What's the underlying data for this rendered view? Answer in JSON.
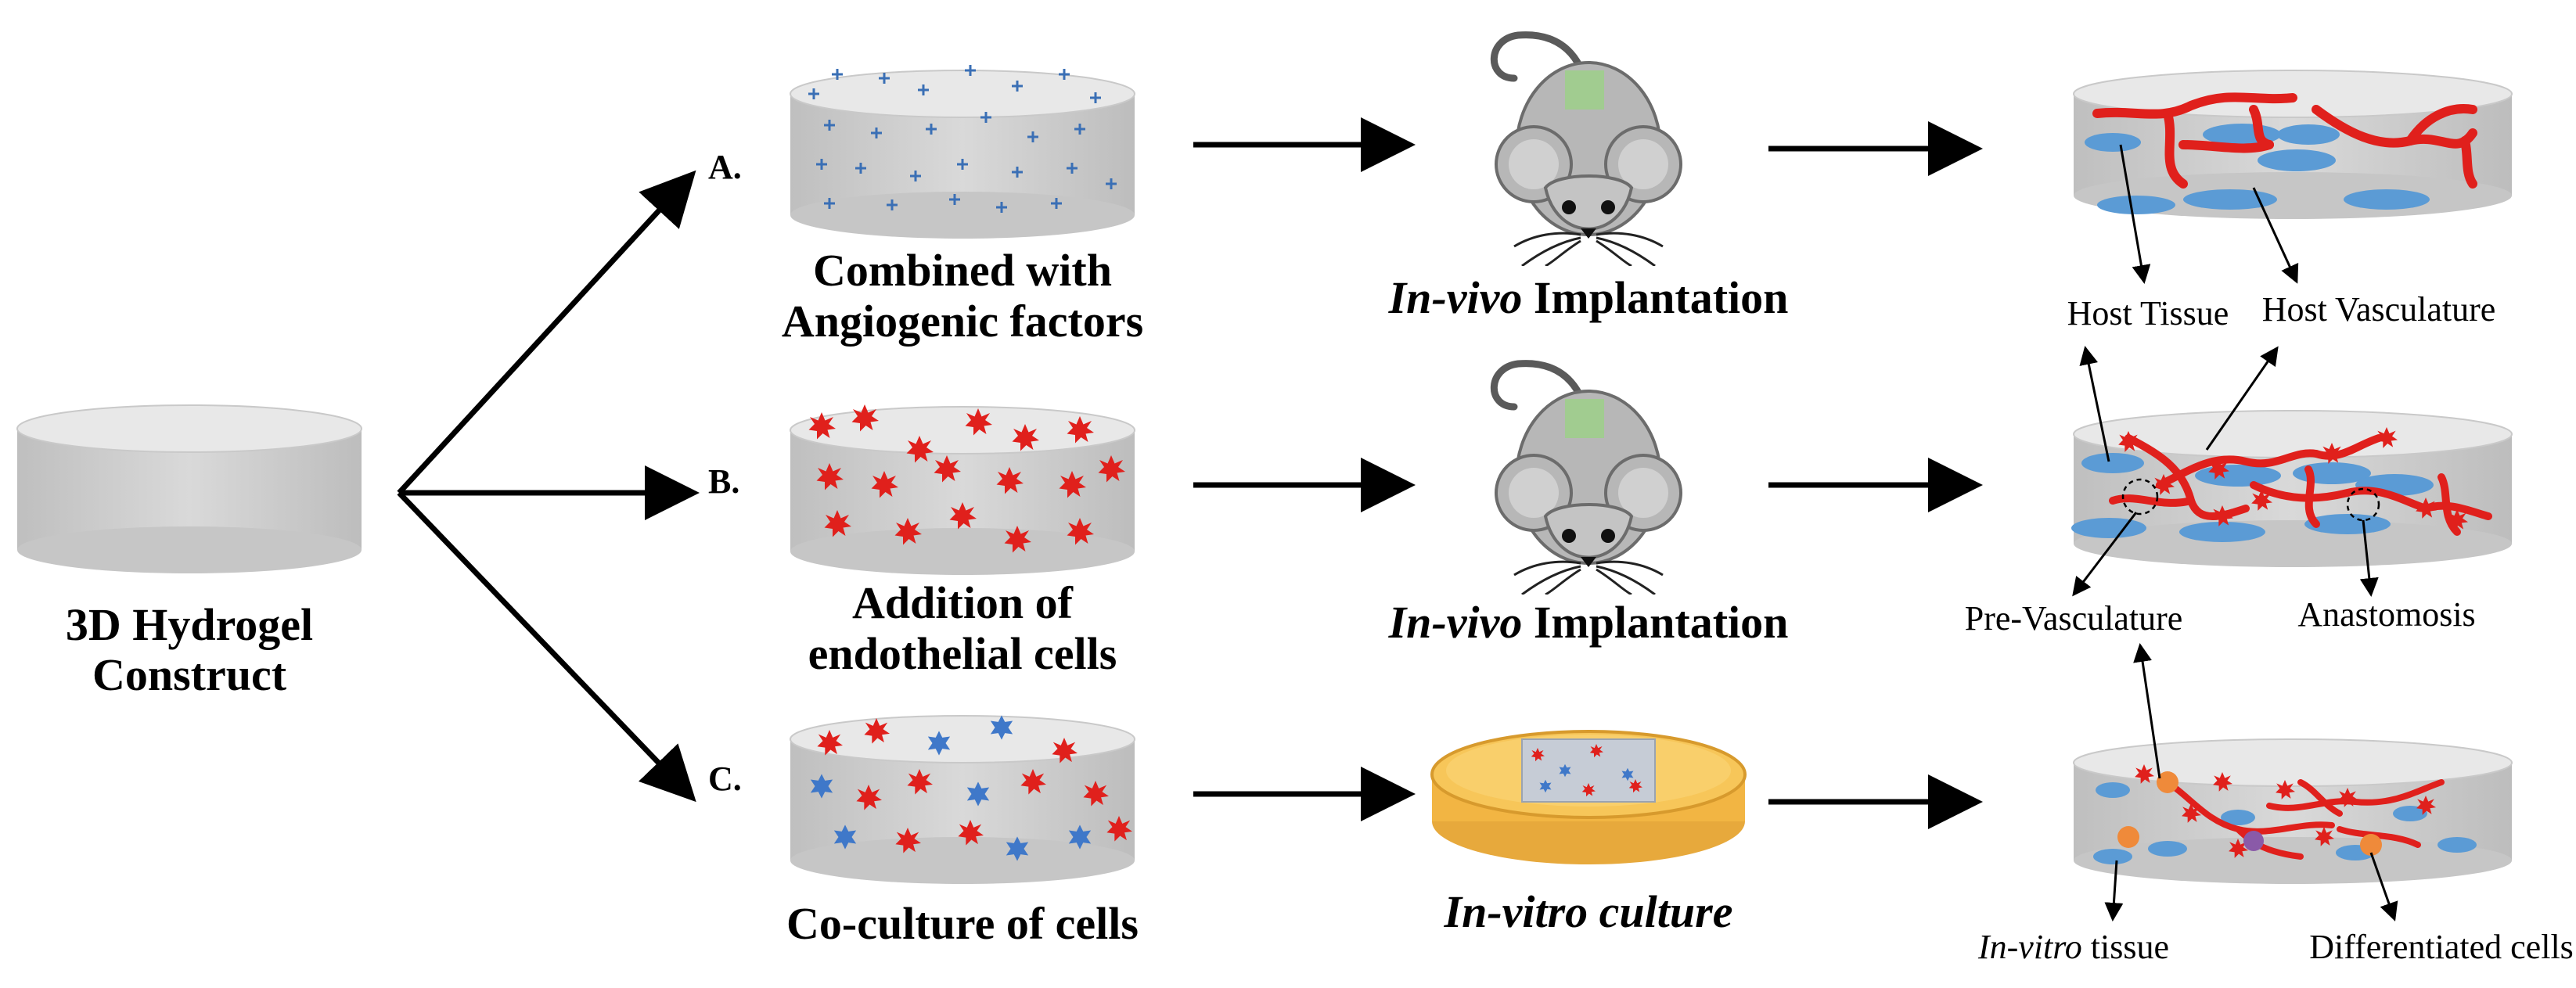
{
  "construct": {
    "line1": "3D Hydrogel",
    "line2": "Construct"
  },
  "rows": [
    {
      "letter": "A.",
      "hydrogel_line1": "Combined with",
      "hydrogel_line2": "Angiogenic factors",
      "step_italic": "In-vivo",
      "step_rest": " Implantation",
      "result_label_left": "Host Tissue",
      "result_label_right": "Host Vasculature"
    },
    {
      "letter": "B.",
      "hydrogel_line1": "Addition of",
      "hydrogel_line2": "endothelial cells",
      "step_italic": "In-vivo",
      "step_rest": " Implantation",
      "result_label_left": "Pre-Vasculature",
      "result_label_right": "Anastomosis"
    },
    {
      "letter": "C.",
      "hydrogel_line1": "Co-culture of cells",
      "step_italic": "In-vitro culture",
      "result_label_left_italic": "In-vitro",
      "result_label_left_rest": " tissue",
      "result_label_right": "Differentiated cells"
    }
  ],
  "colors": {
    "gel": "#d3d3d3",
    "gel_top": "#e6e6e6",
    "endothelial": "#e0201c",
    "tissue": "#5b9bd5",
    "vessel": "#e0201c",
    "dish": "#f7c04a",
    "differentiated": "#ef8a3a",
    "factor": "#3a6fb5"
  },
  "icons": [
    "mouse-icon",
    "petri-dish-icon",
    "angiogenic-factor-icon",
    "endothelial-cell-icon"
  ]
}
